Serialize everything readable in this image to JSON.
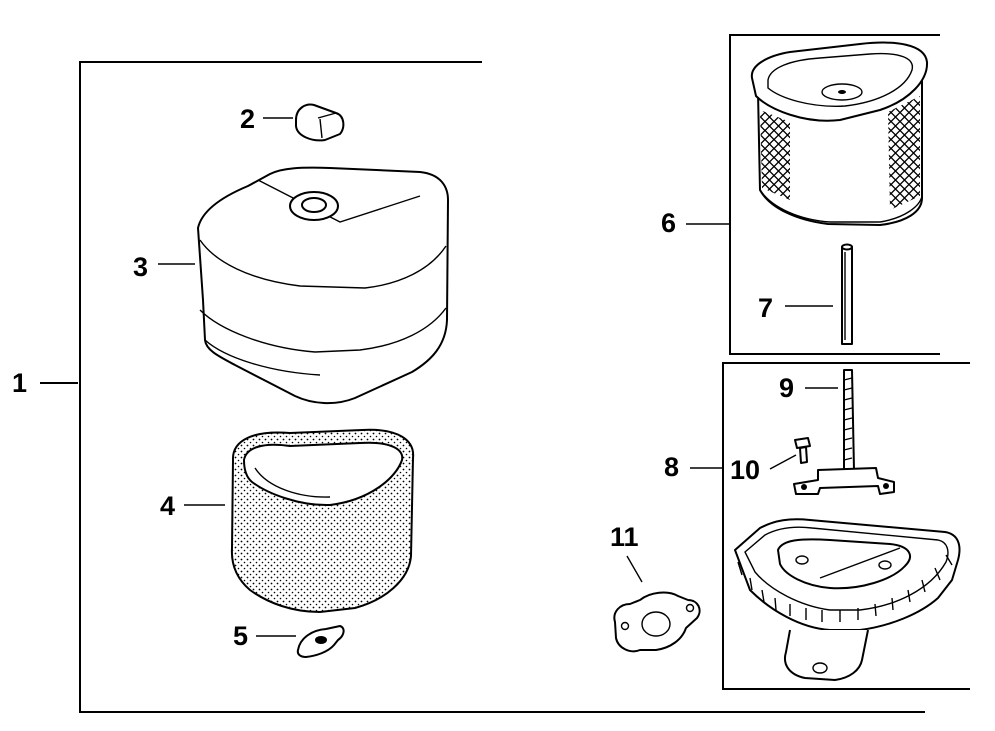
{
  "callouts": {
    "c1": "1",
    "c2": "2",
    "c3": "3",
    "c4": "4",
    "c5": "5",
    "c6": "6",
    "c7": "7",
    "c8": "8",
    "c9": "9",
    "c10": "10",
    "c11": "11"
  },
  "parts": {
    "p2": "cover-knob-icon",
    "p3": "air-cleaner-cover-icon",
    "p4": "foam-precleaner-icon",
    "p5": "wing-nut-icon",
    "p6": "paper-filter-element-icon",
    "p7": "rod-icon",
    "p8": "air-cleaner-base-icon",
    "p9": "stud-icon",
    "p10": "screw-icon",
    "p11": "gasket-icon"
  }
}
